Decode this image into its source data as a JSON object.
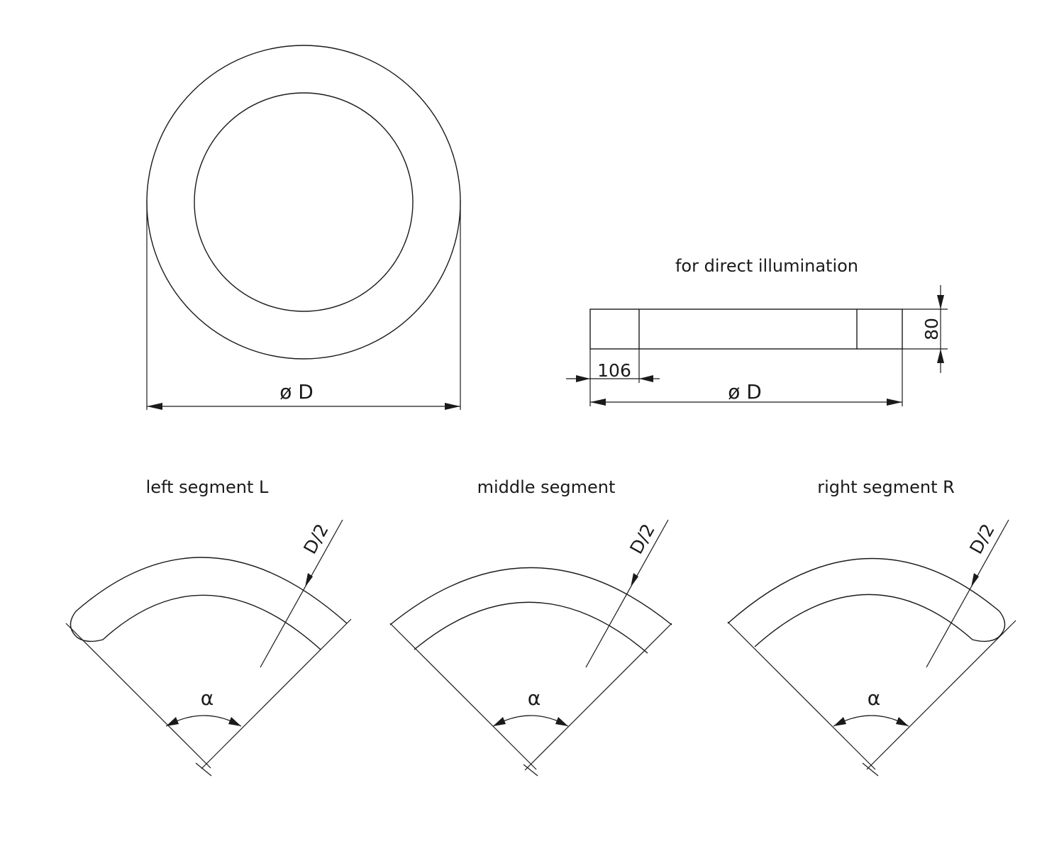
{
  "top_view": {
    "diameter_label": "ø D"
  },
  "side_view": {
    "title": "for direct illumination",
    "width_label": "106",
    "height_label": "80",
    "diameter_label": "ø D"
  },
  "segments": [
    {
      "title": "left segment L",
      "radius_label": "D/2",
      "angle_label": "α"
    },
    {
      "title": "middle segment",
      "radius_label": "D/2",
      "angle_label": "α"
    },
    {
      "title": "right segment R",
      "radius_label": "D/2",
      "angle_label": "α"
    }
  ]
}
